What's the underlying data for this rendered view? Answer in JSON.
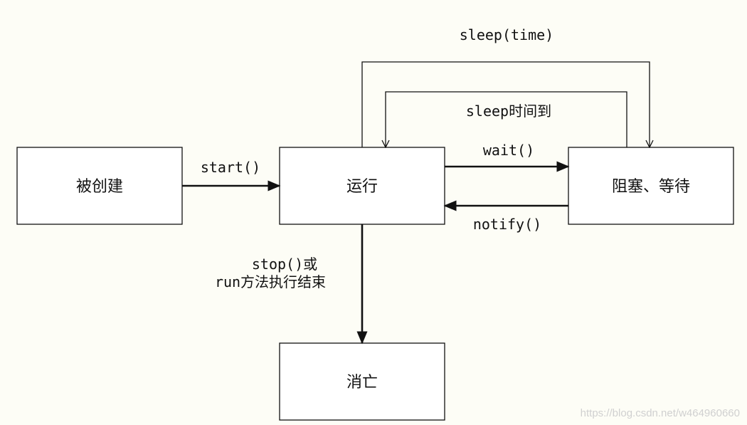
{
  "diagram": {
    "nodes": {
      "created": "被创建",
      "running": "运行",
      "blocked": "阻塞、等待",
      "dead": "消亡"
    },
    "edges": {
      "start": "start()",
      "sleep_time": "sleep(time)",
      "sleep_done": "sleep时间到",
      "wait": "wait()",
      "notify": "notify()",
      "stop_line1": "stop()或",
      "stop_line2": "run方法执行结束"
    }
  },
  "watermark": "https://blog.csdn.net/w464960660",
  "colors": {
    "line": "#111111",
    "background": "#fdfdf6",
    "box_fill": "#ffffff",
    "watermark": "#d0d0d0"
  }
}
